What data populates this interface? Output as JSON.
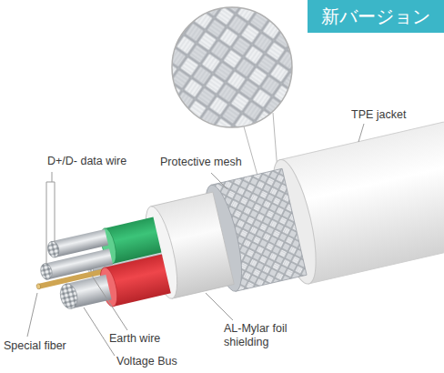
{
  "diagram": {
    "nodes": [
      {
        "text": [
          "新バージョン"
        ]
      }
    ],
    "labels": [
      "D+/D- data wire",
      "Protective mesh",
      "TPE jacket",
      "Special fiber",
      "Earth wire",
      "Voltage Bus",
      "AL-Mylar foil shielding"
    ]
  }
}
